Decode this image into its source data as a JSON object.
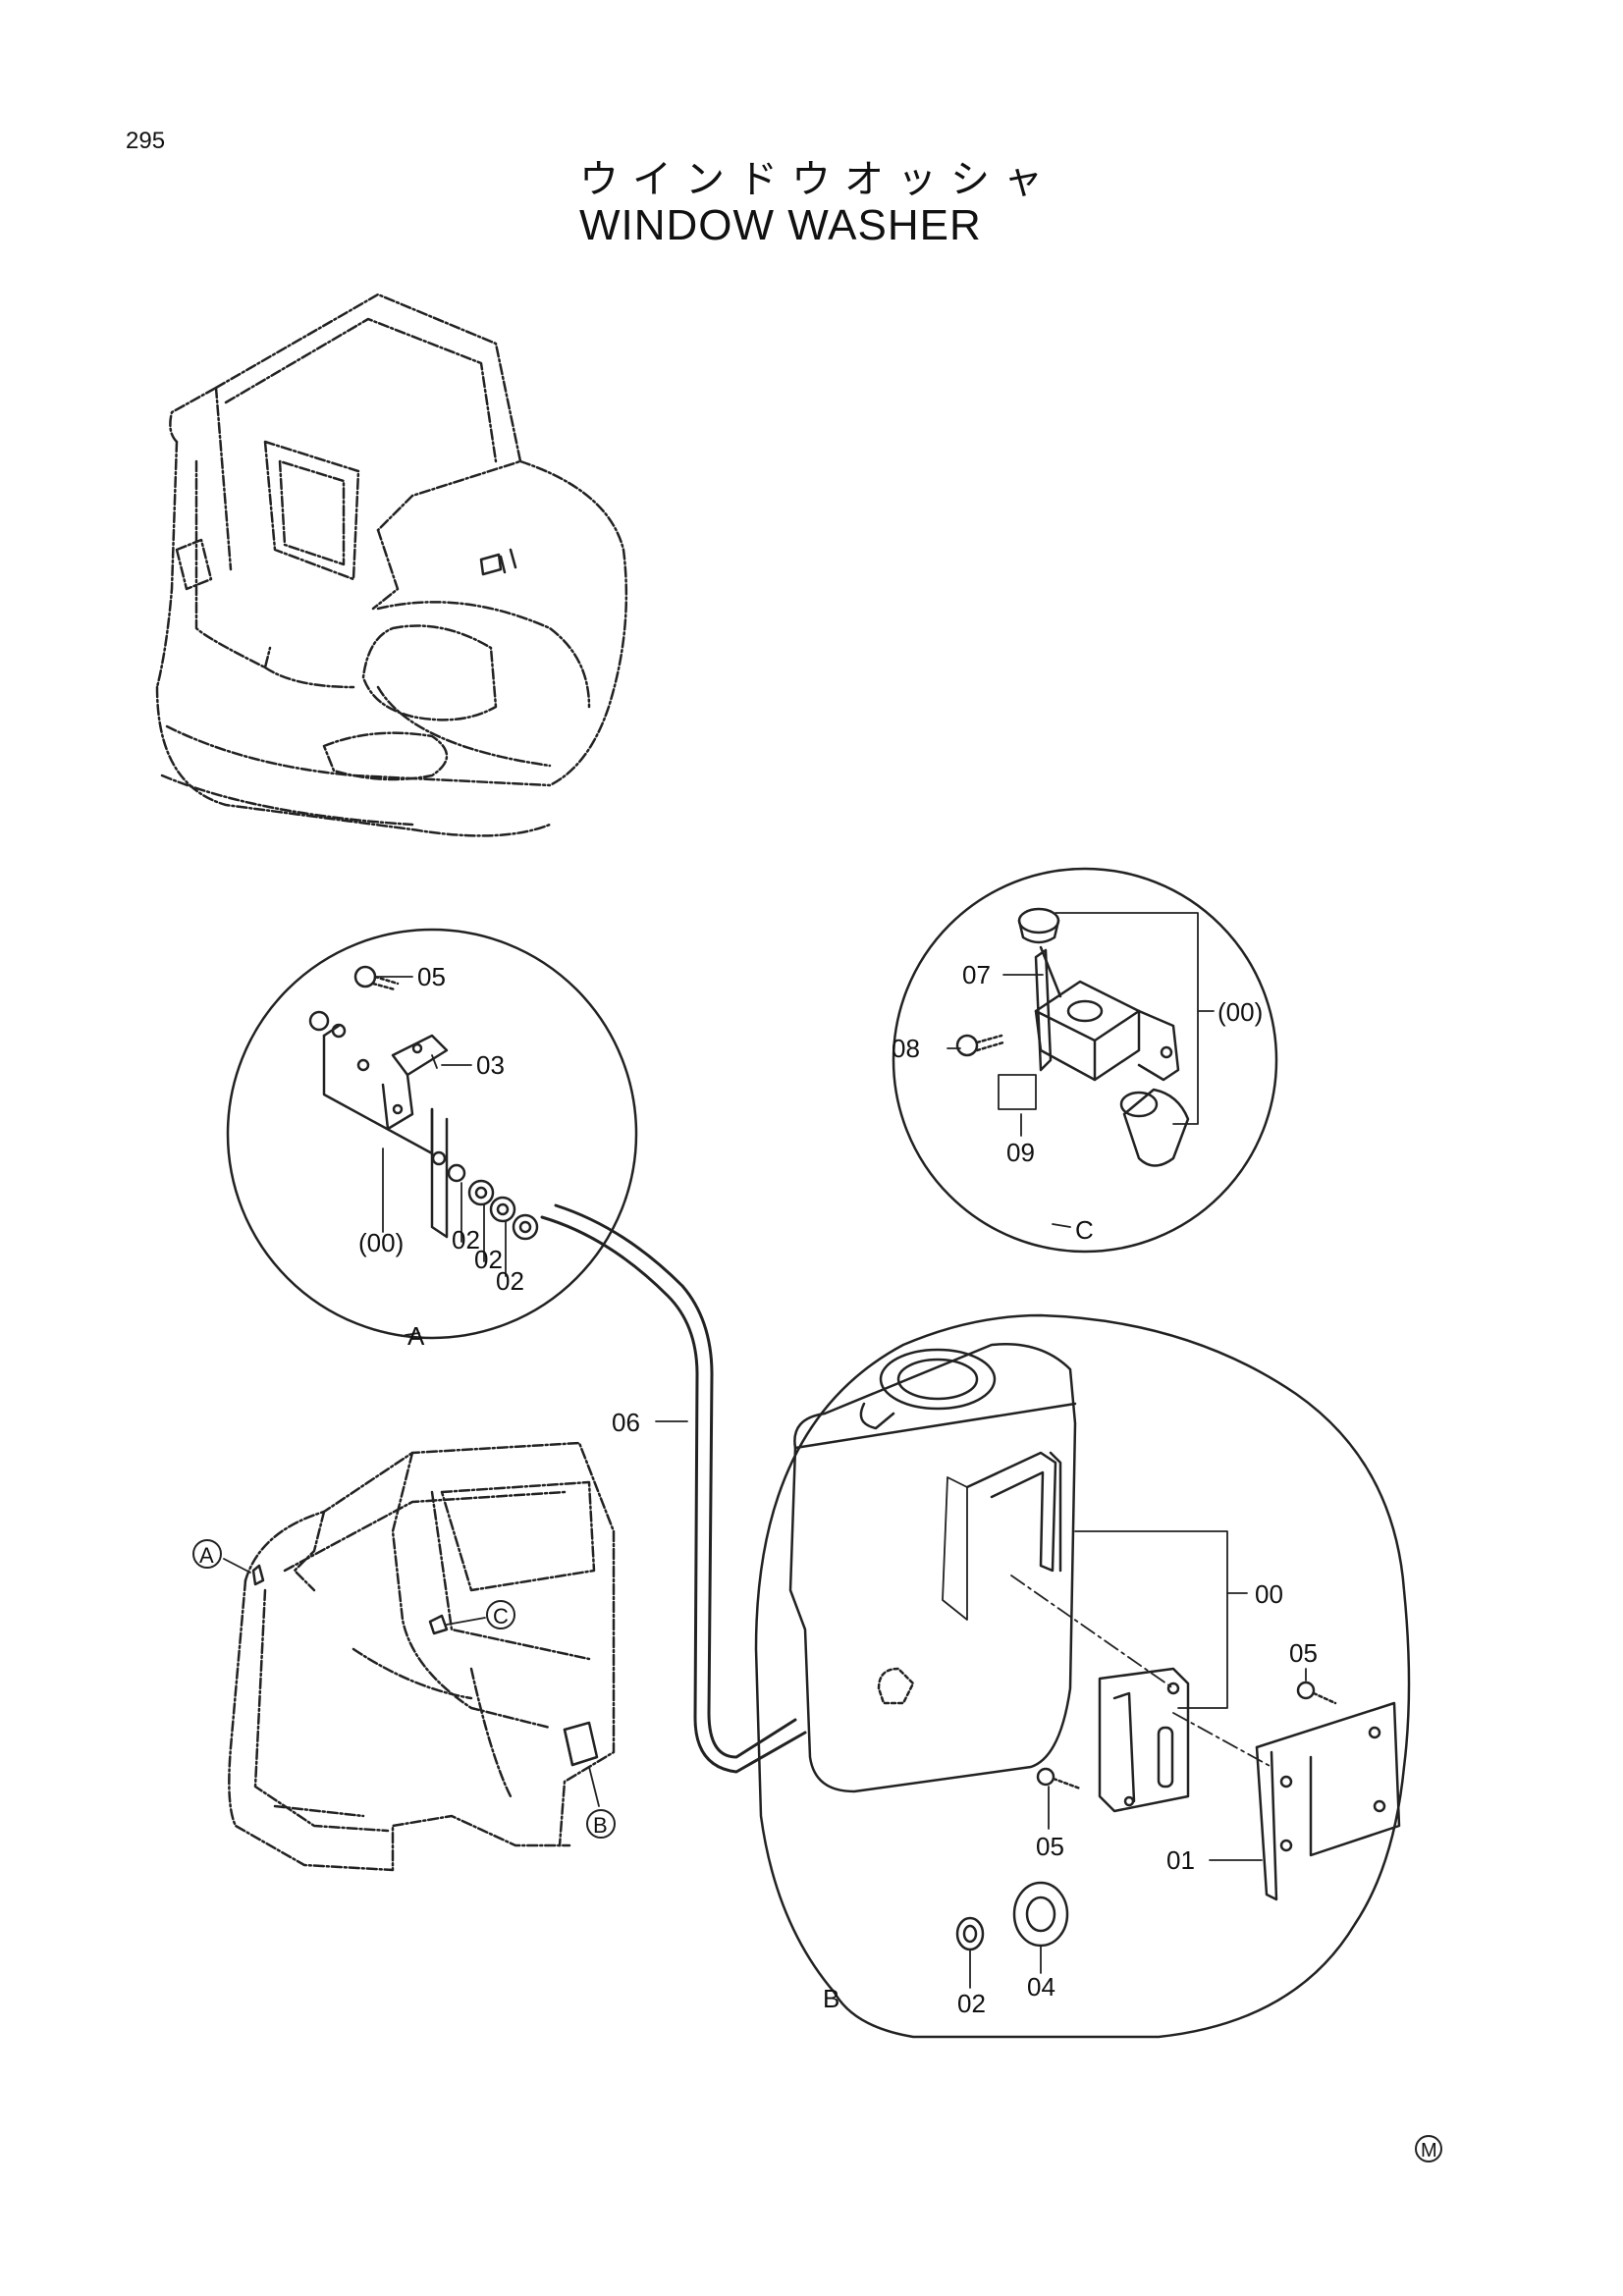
{
  "header": {
    "page_number": "295",
    "title_jp": "ウインドウオッシャ",
    "title_en": "WINDOW WASHER"
  },
  "detail_a": {
    "circle_label": "A",
    "parts": {
      "bolt": "05",
      "bracket": "03",
      "assembly": "(00)",
      "nut_1": "02",
      "nut_2": "02",
      "nut_3": "02"
    }
  },
  "detail_c": {
    "circle_label": "C",
    "parts": {
      "switch_housing": "07",
      "screw": "08",
      "label_plate": "09",
      "assembly": "(00)"
    }
  },
  "detail_b": {
    "circle_label": "B",
    "parts": {
      "tank_assembly": "00",
      "bolt_upper": "05",
      "bolt_lower": "05",
      "bracket": "01",
      "grommet": "04",
      "nut": "02"
    }
  },
  "hose_label": "06",
  "cab_view_markers": {
    "a": "A",
    "b": "B",
    "c": "C"
  },
  "footer_mark": "M"
}
